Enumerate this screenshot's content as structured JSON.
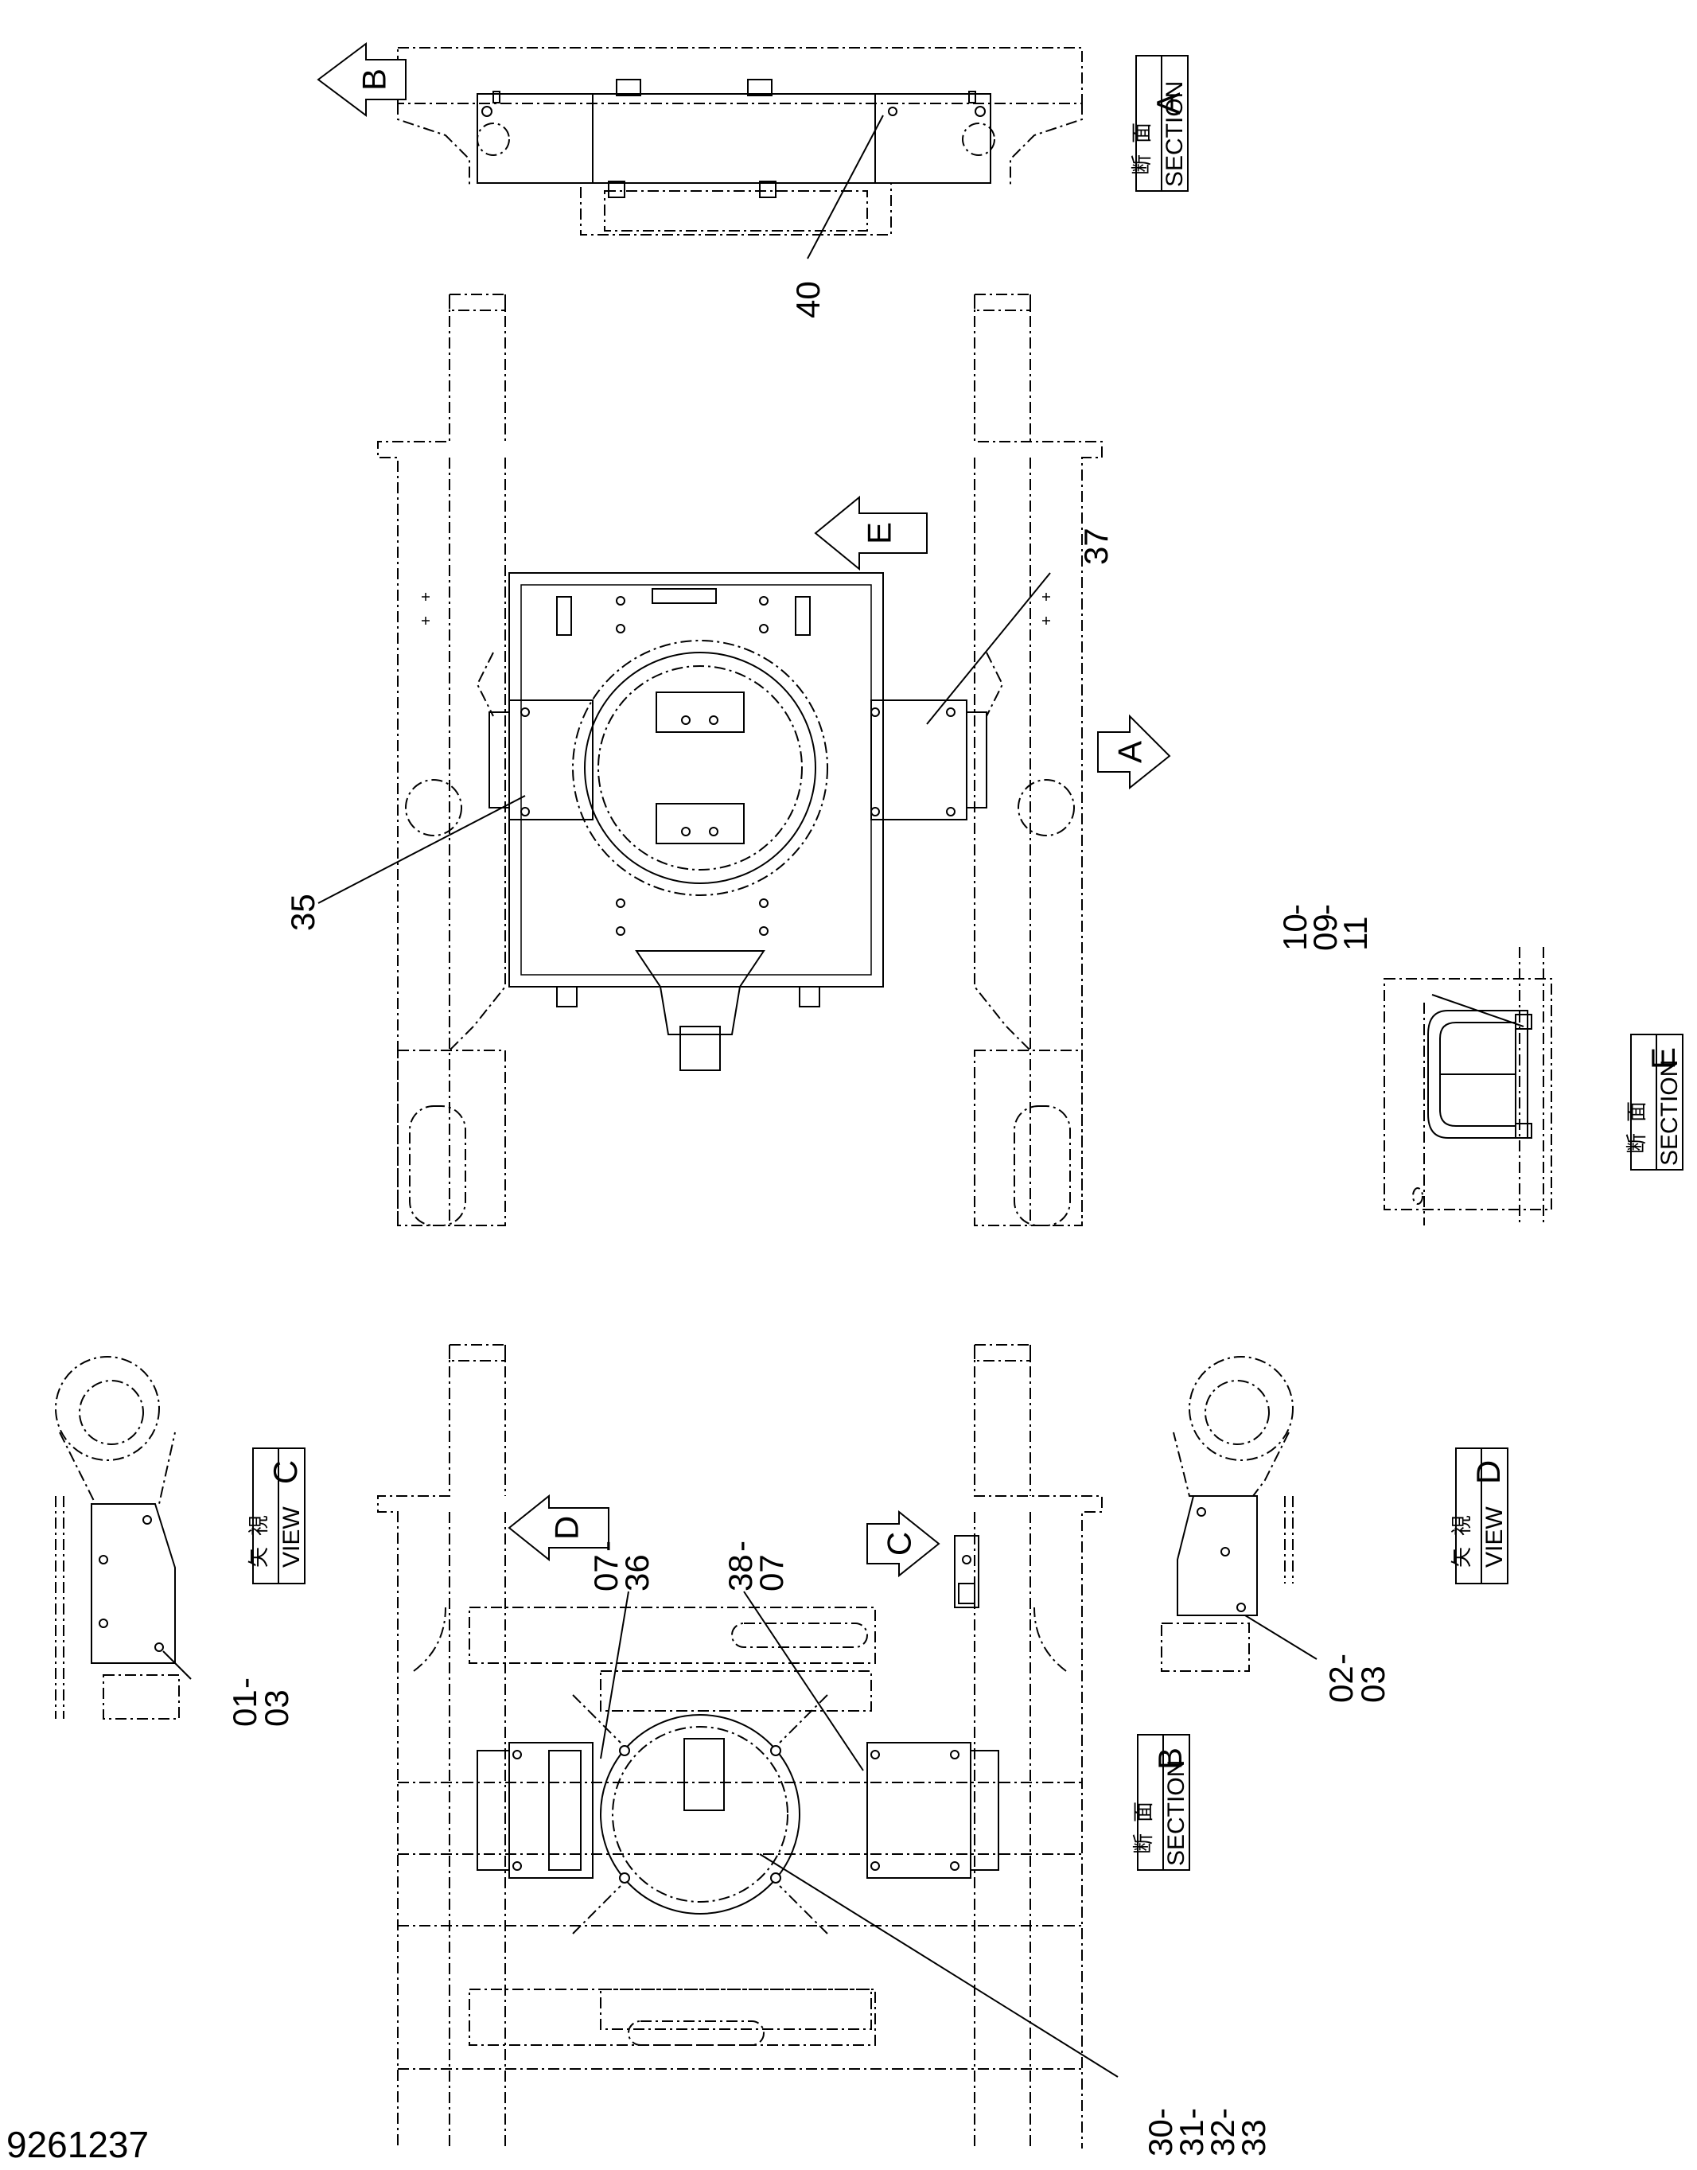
{
  "document_number": "9261237",
  "sections": {
    "A": {
      "jp1": "断",
      "jp2": "面",
      "en": "SECTION",
      "letter": "A"
    },
    "B": {
      "jp1": "断",
      "jp2": "面",
      "en": "SECTION",
      "letter": "B"
    },
    "E": {
      "jp1": "断",
      "jp2": "面",
      "en": "SECTION",
      "letter": "E"
    }
  },
  "views": {
    "C": {
      "jp1": "矢",
      "jp2": "視",
      "en": "VIEW",
      "letter": "C"
    },
    "D": {
      "jp1": "矢",
      "jp2": "視",
      "en": "VIEW",
      "letter": "D"
    }
  },
  "arrows": {
    "A": "A",
    "B": "B",
    "C": "C",
    "D": "D",
    "E": "E"
  },
  "callouts": {
    "c40": "40",
    "c37": "37",
    "c35": "35",
    "c10": "10",
    "c09": "09",
    "c11": "11",
    "c07a": "07",
    "c36": "36",
    "c38": "38",
    "c07b": "07",
    "c01": "01",
    "c03a": "03",
    "c02": "02",
    "c03b": "03",
    "c30": "30",
    "c31": "31",
    "c32": "32",
    "c33": "33",
    "dash": "-"
  }
}
